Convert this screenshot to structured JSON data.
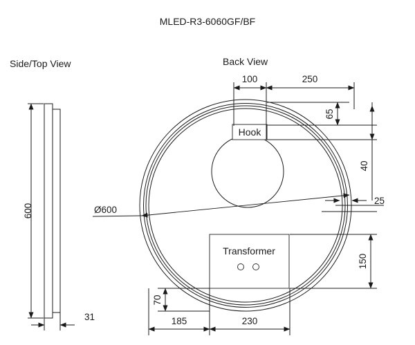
{
  "drawing": {
    "title": "MLED-R3-6060GF/BF",
    "views": {
      "side": "Side/Top View",
      "back": "Back View"
    },
    "labels": {
      "hook": "Hook",
      "transformer": "Transformer",
      "diameter": "Ø600"
    },
    "dimensions": {
      "top_left": "100",
      "top_right": "250",
      "right_65": "65",
      "right_40": "40",
      "right_25": "25",
      "right_150": "150",
      "bottom_70": "70",
      "bottom_left": "185",
      "bottom_right": "230",
      "side_height": "600",
      "side_depth": "31"
    },
    "colors": {
      "line": "#1a1a1a",
      "background": "#ffffff"
    }
  }
}
